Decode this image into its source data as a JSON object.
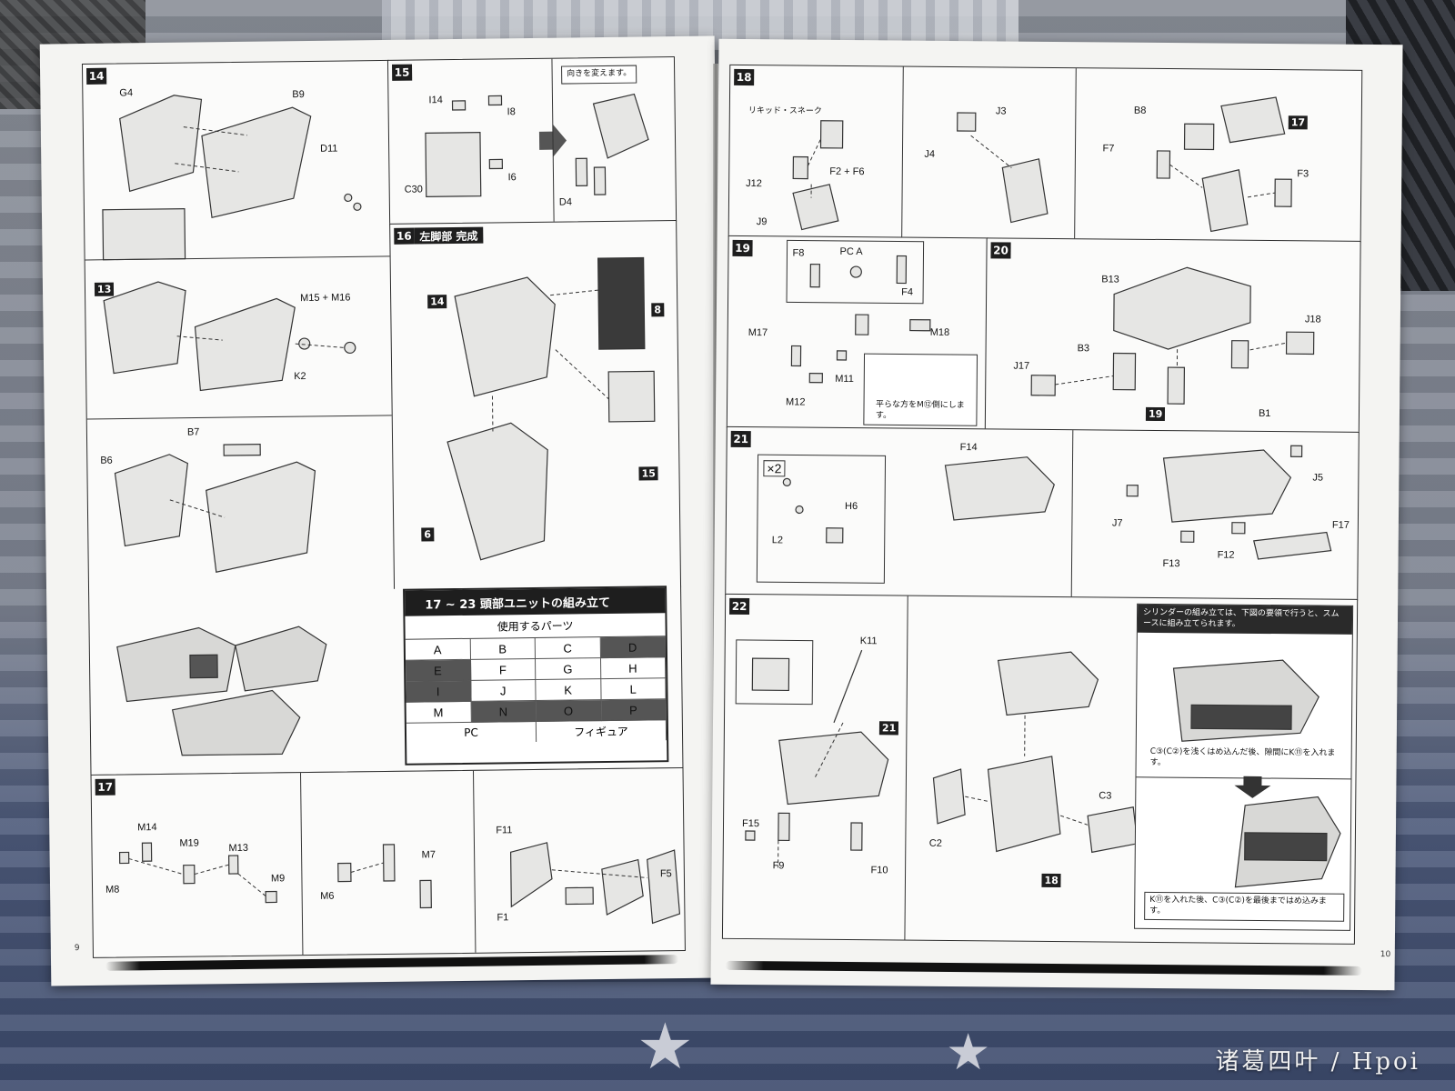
{
  "left_page": {
    "page_number": "9",
    "step14": {
      "number": "14",
      "parts": [
        "G4",
        "B9",
        "D11",
        "13",
        "M15 + M16",
        "K2",
        "B7",
        "B6"
      ]
    },
    "step15": {
      "number": "15",
      "parts": [
        "I14",
        "I8",
        "C30",
        "I6",
        "D4"
      ],
      "note": "向きを変えます。"
    },
    "step16": {
      "number": "16",
      "title": "左脚部 完成",
      "parts": [
        "14",
        "8",
        "15",
        "6"
      ]
    },
    "parts_table": {
      "title": "17 ~ 23 頭部ユニットの組み立て",
      "subtitle": "使用するパーツ",
      "cells": [
        {
          "letter": "A",
          "used": false
        },
        {
          "letter": "B",
          "used": false
        },
        {
          "letter": "C",
          "used": false
        },
        {
          "letter": "D",
          "used": true
        },
        {
          "letter": "E",
          "used": true
        },
        {
          "letter": "F",
          "used": false
        },
        {
          "letter": "G",
          "used": false
        },
        {
          "letter": "H",
          "used": false
        },
        {
          "letter": "I",
          "used": true
        },
        {
          "letter": "J",
          "used": false
        },
        {
          "letter": "K",
          "used": false
        },
        {
          "letter": "L",
          "used": false
        },
        {
          "letter": "M",
          "used": false
        },
        {
          "letter": "N",
          "used": true
        },
        {
          "letter": "O",
          "used": true
        },
        {
          "letter": "P",
          "used": true
        }
      ],
      "footer": [
        "PC",
        "フィギュア"
      ]
    },
    "step17": {
      "number": "17",
      "parts": [
        "M14",
        "M19",
        "M13",
        "M8",
        "M9",
        "M6",
        "M7",
        "F11",
        "F5",
        "F1"
      ]
    }
  },
  "right_page": {
    "page_number": "10",
    "step18": {
      "number": "18",
      "parts": [
        "リキッド・スネーク",
        "F2 + F6",
        "J12",
        "J9",
        "J3",
        "J4",
        "B8",
        "17",
        "F7",
        "F3"
      ]
    },
    "step19": {
      "number": "19",
      "parts": [
        "F8",
        "PC A",
        "F4",
        "M17",
        "M18",
        "M11",
        "M12"
      ],
      "note": "平らな方をM⑫側にします。"
    },
    "step20": {
      "number": "20",
      "parts": [
        "B13",
        "J18",
        "B3",
        "J17",
        "19",
        "B1"
      ]
    },
    "step21": {
      "number": "21",
      "multiplier": "×2",
      "parts": [
        "H6",
        "L2",
        "F14",
        "J5",
        "J7",
        "F17",
        "F13",
        "F12"
      ]
    },
    "step22": {
      "number": "22",
      "parts": [
        "K11",
        "21",
        "F15",
        "F9",
        "F10",
        "C2",
        "C3",
        "18"
      ],
      "note_top": "シリンダーの組み立ては、下図の要領で行うと、スムースに組み立てられます。",
      "note_mid": "C③(C②)を浅くはめ込んだ後、隙間にK⑪を入れます。",
      "note_bottom": "K⑪を入れた後、C③(C②)を最後まではめ込みます。"
    }
  },
  "watermark": "诸葛四叶 / Hpoi"
}
